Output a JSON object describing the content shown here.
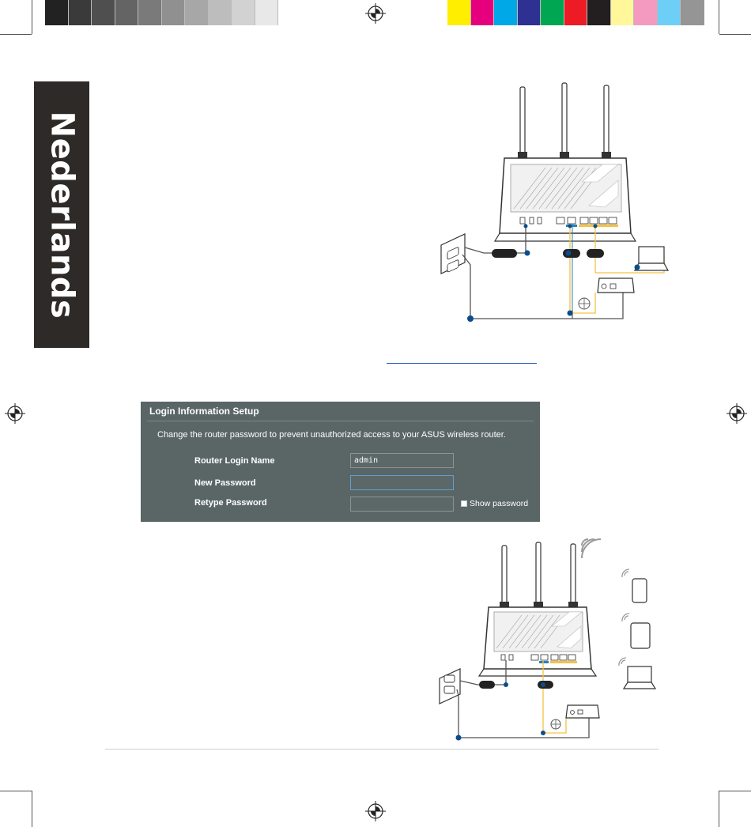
{
  "colors": {
    "gray_bar": [
      "#222222",
      "#3a3a3a",
      "#4f4f4f",
      "#646464",
      "#7a7a7a",
      "#909090",
      "#a7a7a7",
      "#bdbdbd",
      "#d2d2d2",
      "#e8e8e8",
      "#ffffff"
    ],
    "color_bar": [
      "#ffee00",
      "#e6007e",
      "#00a8e8",
      "#2e3192",
      "#00a651",
      "#ed1c24",
      "#231f20",
      "#fff799",
      "#f49ac1",
      "#6dcff6",
      "#959595"
    ],
    "panel_bg": "#5a6666",
    "tab_bg": "#2e2a27",
    "cable_blue": "#0a4d8c",
    "cable_yellow": "#f5c244"
  },
  "language_tab": {
    "label": "Nederlands"
  },
  "login": {
    "title": "Login Information Setup",
    "description": "Change the router password to prevent unauthorized access to your ASUS wireless router.",
    "fields": [
      {
        "label": "Router Login Name",
        "value": "admin",
        "placeholder": ""
      },
      {
        "label": "New Password",
        "value": "",
        "placeholder": ""
      },
      {
        "label": "Retype Password",
        "value": "",
        "placeholder": ""
      }
    ],
    "show_password_label": "Show password",
    "show_password_checked": false
  },
  "diagram_top": {
    "icons": [
      "router-icon",
      "wall-outlet-icon",
      "power-adapter-icon",
      "modem-icon",
      "laptop-icon"
    ]
  },
  "diagram_bottom": {
    "icons": [
      "router-icon",
      "wifi-signal-icon",
      "smartphone-icon",
      "tablet-icon",
      "laptop-icon",
      "modem-icon"
    ]
  }
}
